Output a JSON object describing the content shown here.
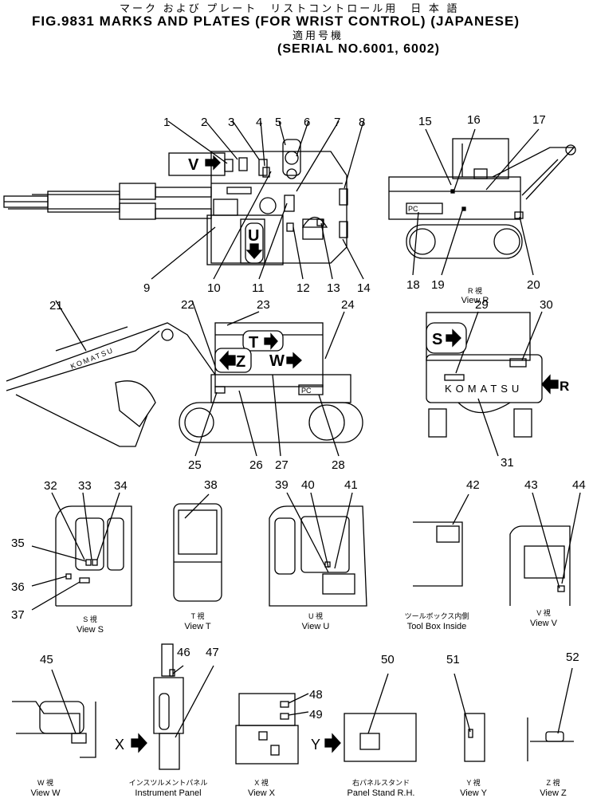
{
  "header": {
    "title_jp": "マーク および プレート　リストコントロール用　日 本 語",
    "title": "FIG.9831  MARKS AND PLATES (FOR WRIST CONTROL) (JAPANESE)",
    "applicable_jp": "適用号機",
    "serial": "(SERIAL NO.6001, 6002)"
  },
  "callouts": [
    "1",
    "2",
    "3",
    "4",
    "5",
    "6",
    "7",
    "8",
    "9",
    "10",
    "11",
    "12",
    "13",
    "14",
    "15",
    "16",
    "17",
    "18",
    "19",
    "20",
    "21",
    "22",
    "23",
    "24",
    "25",
    "26",
    "27",
    "28",
    "29",
    "30",
    "31",
    "32",
    "33",
    "34",
    "35",
    "36",
    "37",
    "38",
    "39",
    "40",
    "41",
    "42",
    "43",
    "44",
    "45",
    "46",
    "47",
    "48",
    "49",
    "50",
    "51",
    "52"
  ],
  "arrows": {
    "v": "V",
    "u": "U",
    "t": "T",
    "z": "Z",
    "w": "W",
    "s": "S",
    "r": "R",
    "x": "X",
    "y": "Y"
  },
  "brand": "KOMATSU",
  "pc_label": "PC",
  "views": {
    "r_jp": "R 視",
    "r": "View R",
    "s_jp": "S 視",
    "s": "View S",
    "t_jp": "T 視",
    "t": "View T",
    "u_jp": "U 視",
    "u": "View U",
    "toolbox_jp": "ツールボックス内側",
    "toolbox": "Tool Box Inside",
    "v_jp": "V 視",
    "v": "View V",
    "w_jp": "W 視",
    "w": "View W",
    "panel_jp": "インスツルメントパネル",
    "panel": "Instrument Panel",
    "x_jp": "X 視",
    "x": "View X",
    "stand_jp": "右パネルスタンド",
    "stand": "Panel Stand R.H.",
    "y_jp": "Y 視",
    "y": "View Y",
    "z_jp": "Z 視",
    "z": "View Z"
  }
}
